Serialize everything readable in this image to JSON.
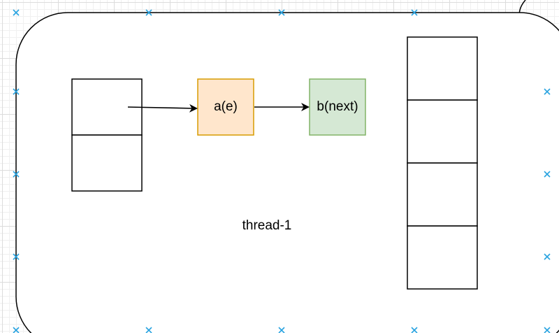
{
  "diagram": {
    "container_label": "thread-1",
    "nodes": {
      "a": {
        "label": "a(e)",
        "fill": "#ffe6cc",
        "stroke": "#d79b00"
      },
      "b": {
        "label": "b(next)",
        "fill": "#d5e8d4",
        "stroke": "#82b366"
      }
    },
    "edges": [
      {
        "from": "left-stack",
        "to": "a"
      },
      {
        "from": "a",
        "to": "b"
      }
    ],
    "left_stack_cells": 2,
    "right_stack_cells": 4
  },
  "colors": {
    "selection_handle": "#29a3e0",
    "grid": "#dcdcdc"
  }
}
